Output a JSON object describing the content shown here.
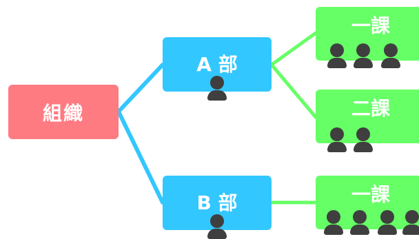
{
  "colors": {
    "root": "#ff7b82",
    "department": "#33c7ff",
    "section": "#66ff66",
    "connector_department": "#33c7ff",
    "connector_section": "#66ff66",
    "person": "#3f3f3f"
  },
  "organization": {
    "label": "組織",
    "departments": [
      {
        "label": "A 部",
        "members": 1,
        "sections": [
          {
            "label": "一課",
            "members": 3
          },
          {
            "label": "二課",
            "members": 2
          }
        ]
      },
      {
        "label": "B 部",
        "members": 1,
        "sections": [
          {
            "label": "一課",
            "members": 4
          }
        ]
      }
    ]
  }
}
